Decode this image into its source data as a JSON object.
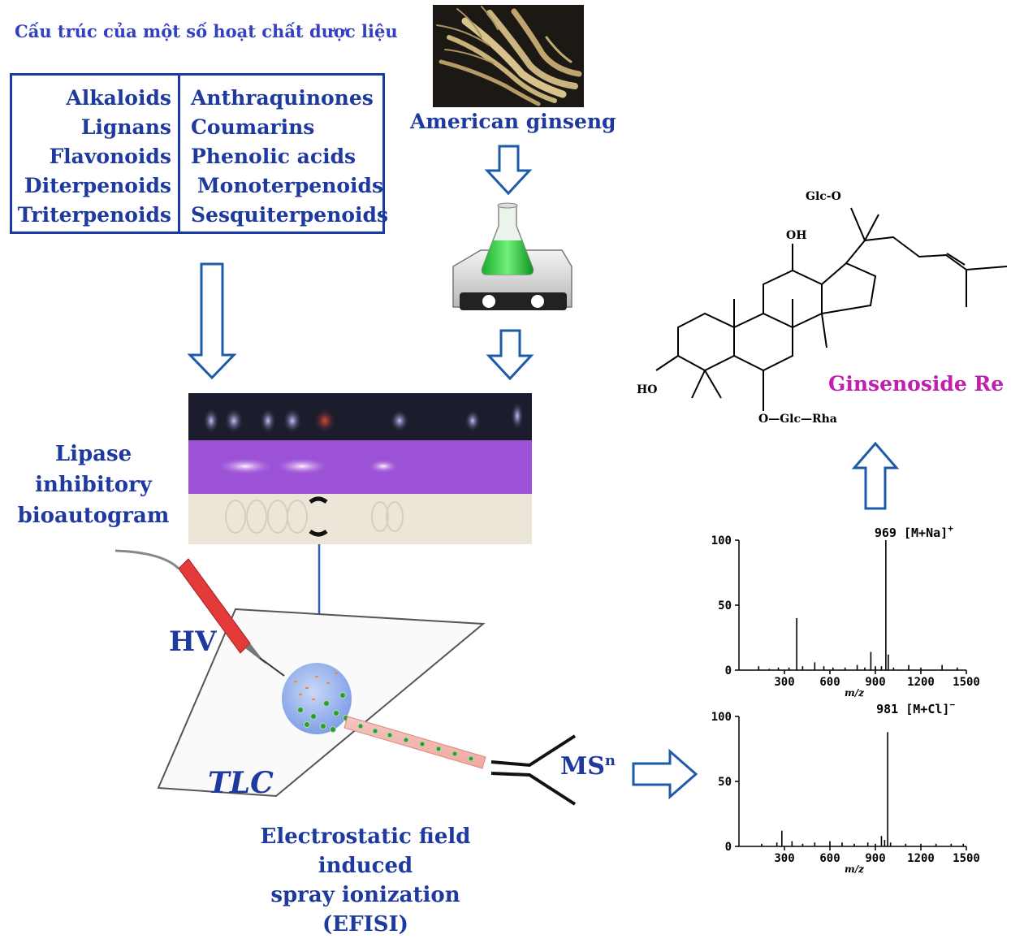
{
  "title": "Cấu trúc của một số hoạt chất dược liệu",
  "compound_classes": {
    "left": [
      "Alkaloids",
      "Lignans",
      "Flavonoids",
      "Diterpenoids",
      "Triterpenoids"
    ],
    "right": [
      "Anthraquinones",
      "Coumarins",
      "Phenolic acids",
      "Monoterpenoids",
      "Sesquiterpenoids"
    ]
  },
  "ginseng_label": "American ginseng",
  "bioautogram_label_line1": "Lipase inhibitory",
  "bioautogram_label_line2": "bioautogram",
  "hv_label": "HV",
  "tlc_label": "TLC",
  "efisi_line1": "Electrostatic field induced",
  "efisi_line2": "spray ionization (EFISI)",
  "msn_label": "MS",
  "msn_sup": "n",
  "structure": {
    "name": "Ginsenoside Re",
    "labels": {
      "glc_o": "Glc-O",
      "oh": "OH",
      "ho": "HO",
      "o_glc_rha": "O—Glc—Rha"
    }
  },
  "colors": {
    "title": "#3340c0",
    "blue_text": "#1e3a9e",
    "arrow": "#1e5aa8",
    "structure_name": "#c020b0"
  },
  "chart_data": [
    {
      "type": "bar",
      "title": "",
      "xlabel": "m/z",
      "ylabel": "",
      "xlim": [
        0,
        1500
      ],
      "ylim": [
        0,
        100
      ],
      "xticks": [
        300,
        600,
        900,
        1200,
        1500
      ],
      "yticks": [
        0,
        50,
        100
      ],
      "annotation": {
        "text": "969 [M+Na]",
        "sup": "+"
      },
      "peaks": [
        [
          130,
          3
        ],
        [
          200,
          1
        ],
        [
          260,
          2
        ],
        [
          330,
          2
        ],
        [
          381,
          40
        ],
        [
          420,
          3
        ],
        [
          500,
          6
        ],
        [
          560,
          3
        ],
        [
          620,
          2
        ],
        [
          700,
          2
        ],
        [
          780,
          4
        ],
        [
          830,
          2
        ],
        [
          870,
          14
        ],
        [
          900,
          3
        ],
        [
          940,
          3
        ],
        [
          969,
          100
        ],
        [
          985,
          12
        ],
        [
          1020,
          2
        ],
        [
          1120,
          4
        ],
        [
          1200,
          2
        ],
        [
          1340,
          4
        ],
        [
          1440,
          2
        ]
      ]
    },
    {
      "type": "bar",
      "title": "",
      "xlabel": "m/z",
      "ylabel": "",
      "xlim": [
        0,
        1500
      ],
      "ylim": [
        0,
        100
      ],
      "xticks": [
        300,
        600,
        900,
        1200,
        1500
      ],
      "yticks": [
        0,
        50,
        100
      ],
      "annotation": {
        "text": "981 [M+Cl]",
        "sup": "−"
      },
      "peaks": [
        [
          150,
          2
        ],
        [
          250,
          3
        ],
        [
          283,
          12
        ],
        [
          350,
          4
        ],
        [
          420,
          2
        ],
        [
          500,
          3
        ],
        [
          600,
          4
        ],
        [
          680,
          3
        ],
        [
          760,
          2
        ],
        [
          850,
          3
        ],
        [
          900,
          2
        ],
        [
          940,
          8
        ],
        [
          961,
          5
        ],
        [
          981,
          88
        ],
        [
          1000,
          3
        ],
        [
          1100,
          2
        ],
        [
          1200,
          2
        ],
        [
          1300,
          2
        ],
        [
          1400,
          2
        ],
        [
          1480,
          2
        ]
      ]
    }
  ]
}
